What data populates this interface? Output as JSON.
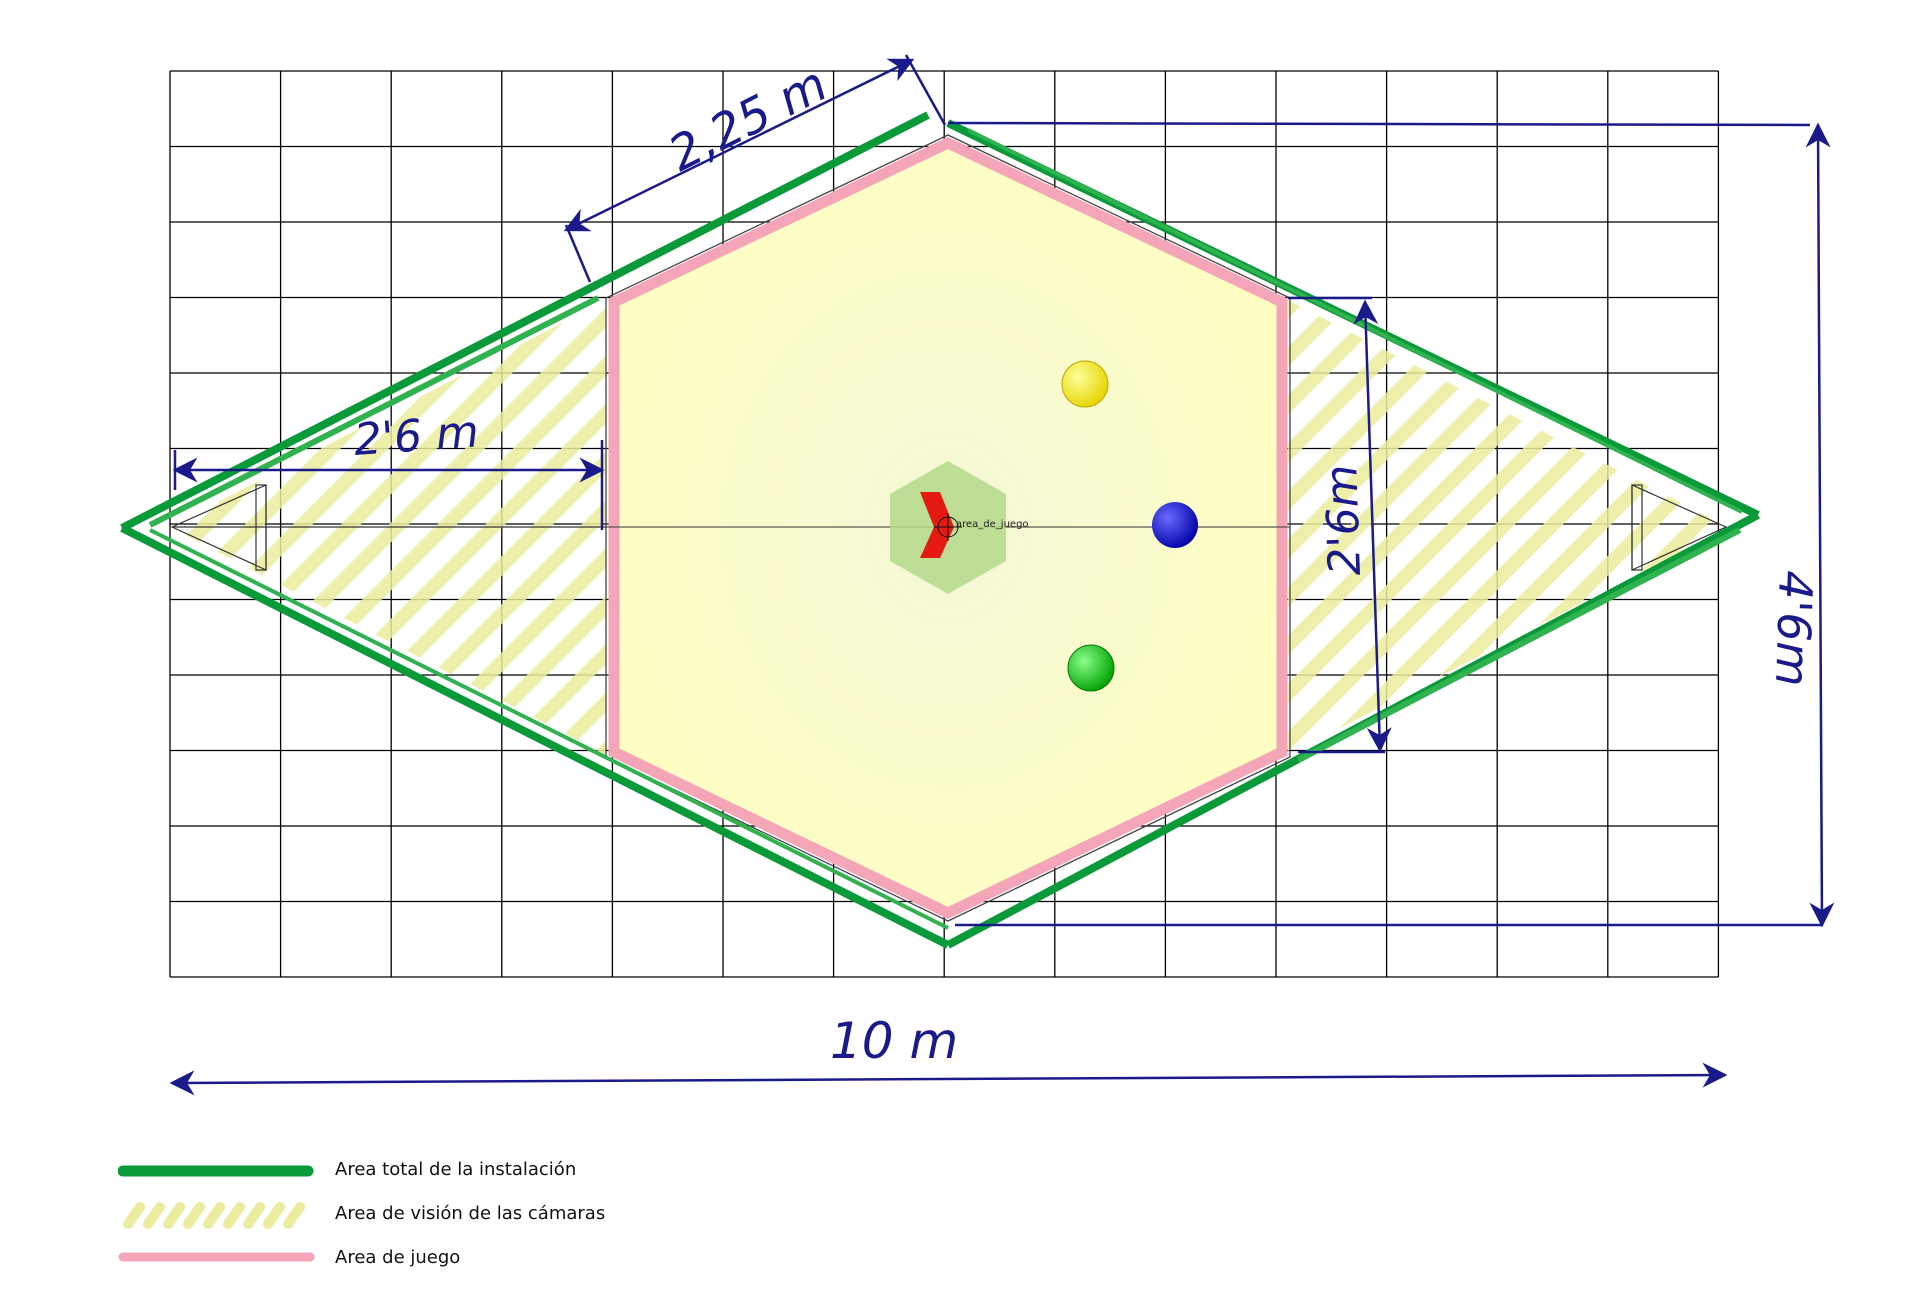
{
  "diagram": {
    "dimensions": {
      "side_label": "2,25 m",
      "left_width_label": "2'6 m",
      "right_height_label": "2'6m",
      "total_height_label": "4'6m",
      "total_width_label": "10 m"
    },
    "center_label": "area_de_juego",
    "balls": [
      {
        "name": "yellow-ball",
        "color": "#f5e600"
      },
      {
        "name": "blue-ball",
        "color": "#1010d0"
      },
      {
        "name": "green-ball",
        "color": "#10c010"
      }
    ],
    "colors": {
      "installation": "#0b9a3a",
      "camera_hatch": "#e8e89a",
      "play_area_border": "#f4a6b8",
      "play_area_fill": "#ffffc4",
      "dimension_ink": "#1a1a8a",
      "grid": "#000000"
    }
  },
  "legend": {
    "items": [
      {
        "key": "installation",
        "label": "Area total de la instalación"
      },
      {
        "key": "camera",
        "label": "Area de visión de las cámaras"
      },
      {
        "key": "play",
        "label": "Area de juego"
      }
    ]
  }
}
